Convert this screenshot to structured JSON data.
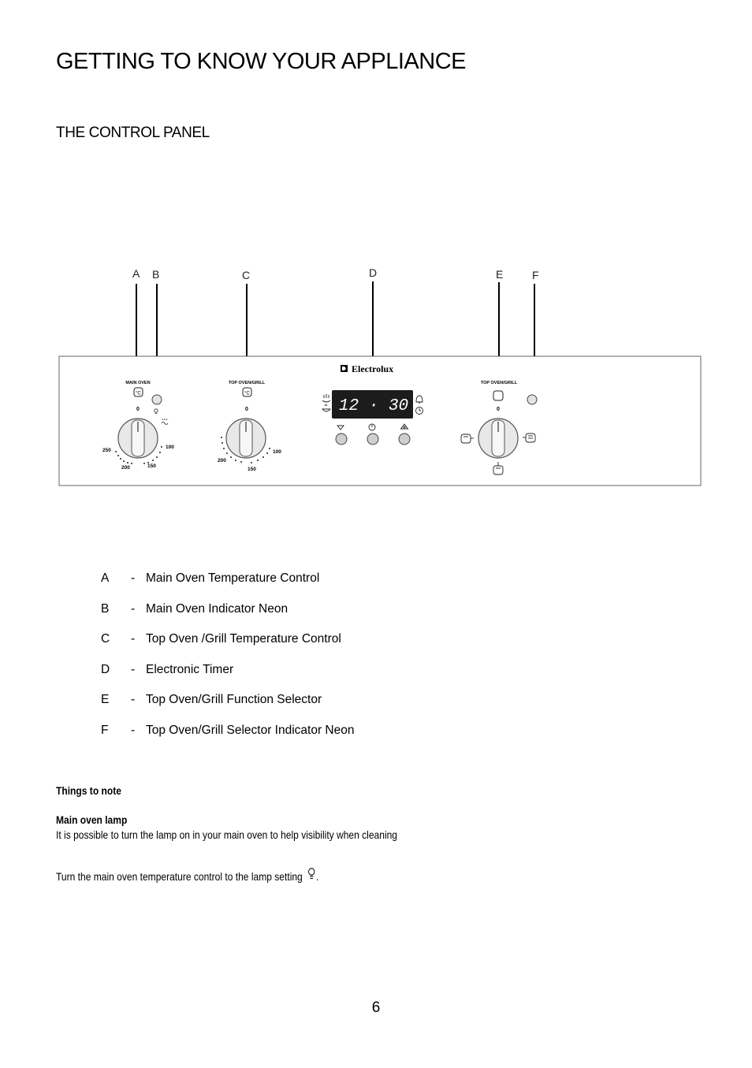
{
  "page": {
    "title": "GETTING TO KNOW YOUR APPLIANCE",
    "section_title": "THE CONTROL PANEL",
    "page_number": "6"
  },
  "diagram": {
    "callouts": [
      "A",
      "B",
      "C",
      "D",
      "E",
      "F"
    ],
    "brand": "Electrolux",
    "main_oven": {
      "label": "MAIN OVEN",
      "zero": "0",
      "scale": [
        "100",
        "150",
        "200",
        "250"
      ]
    },
    "top_oven": {
      "label": "TOP OVEN/GRILL",
      "zero": "0",
      "scale": [
        "100",
        "150",
        "200"
      ]
    },
    "function_selector": {
      "label": "TOP OVEN/GRILL",
      "zero": "0"
    },
    "timer_display": "12 · 30"
  },
  "legend": [
    {
      "letter": "A",
      "dash": "-",
      "text": "Main Oven Temperature Control"
    },
    {
      "letter": "B",
      "dash": "-",
      "text": "Main Oven Indicator Neon"
    },
    {
      "letter": "C",
      "dash": "-",
      "text": "Top Oven /Grill Temperature Control"
    },
    {
      "letter": "D",
      "dash": "-",
      "text": "Electronic Timer"
    },
    {
      "letter": "E",
      "dash": "-",
      "text": "Top Oven/Grill Function Selector"
    },
    {
      "letter": "F",
      "dash": "-",
      "text": "Top Oven/Grill Selector Indicator Neon"
    }
  ],
  "notes": {
    "heading": "Things to note",
    "subheading": "Main oven lamp",
    "para1": "It is possible to turn the lamp on in your main oven to help visibility when cleaning",
    "para2": "Turn the main oven temperature control to the lamp setting",
    "para2_end": ".",
    "lamp_icon": "lamp-icon"
  }
}
